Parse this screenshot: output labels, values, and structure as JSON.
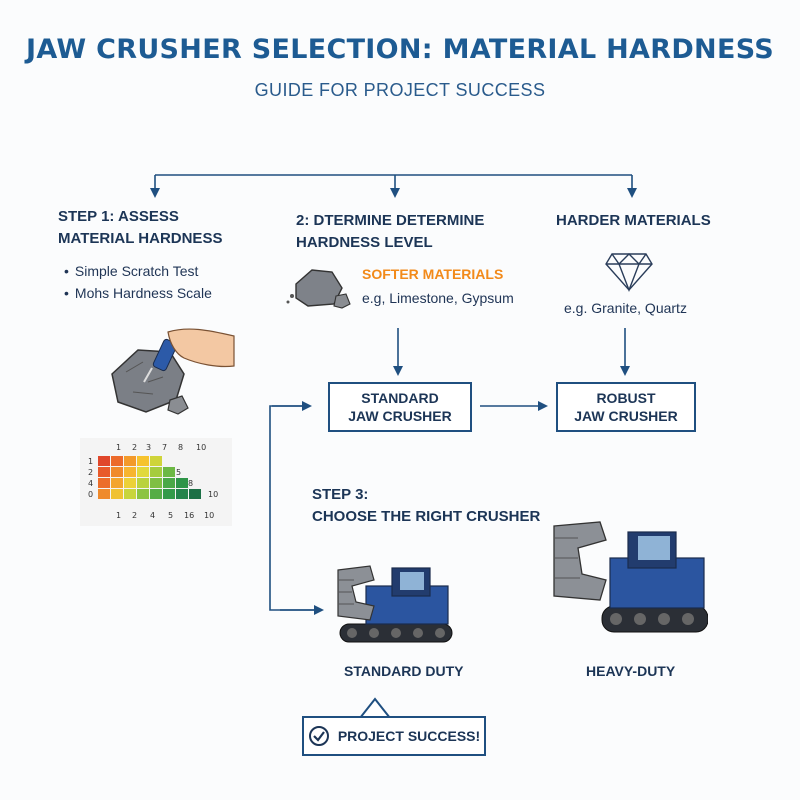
{
  "header": {
    "title": "JAW CRUSHER SELECTION: MATERIAL HARDNESS",
    "subtitle": "GUIDE FOR PROJECT SUCCESS"
  },
  "step1": {
    "heading_line1": "STEP 1: ASSESS",
    "heading_line2": "MATERIAL HARDNESS",
    "bullets": [
      "Simple Scratch Test",
      "Mohs Hardness Scale"
    ]
  },
  "step2": {
    "heading_line1": "2: DTERMINE DETERMINE",
    "heading_line2": "HARDNESS LEVEL",
    "softer_label": "SOFTER MATERIALS",
    "softer_examples": "e.g, Limestone, Gypsum"
  },
  "harder": {
    "heading": "HARDER MATERIALS",
    "examples": "e.g. Granite, Quartz"
  },
  "boxes": {
    "standard_line1": "STANDARD",
    "standard_line2": "JAW CRUSHER",
    "robust_line1": "ROBUST",
    "robust_line2": "JAW CRUSHER"
  },
  "step3": {
    "heading_line1": "STEP 3:",
    "heading_line2": "CHOOSE THE RIGHT CRUSHER"
  },
  "machines": {
    "standard_label": "STANDARD DUTY",
    "heavy_label": "HEAVY-DUTY"
  },
  "success": {
    "label": "PROJECT SUCCESS!"
  },
  "mohs_chart": {
    "top_ticks": [
      "1",
      "2",
      "3",
      "7",
      "8",
      "10"
    ],
    "bottom_ticks": [
      "1",
      "2",
      "4",
      "5",
      "16",
      "10"
    ],
    "left_ticks": [
      "1",
      "2",
      "4",
      "0"
    ],
    "cell_marks": [
      "5",
      "8",
      "10"
    ]
  },
  "colors": {
    "title": "#1d5b93",
    "connector": "#1f4f80",
    "accent_orange": "#f28a1a",
    "machine_blue": "#2b55a0"
  }
}
